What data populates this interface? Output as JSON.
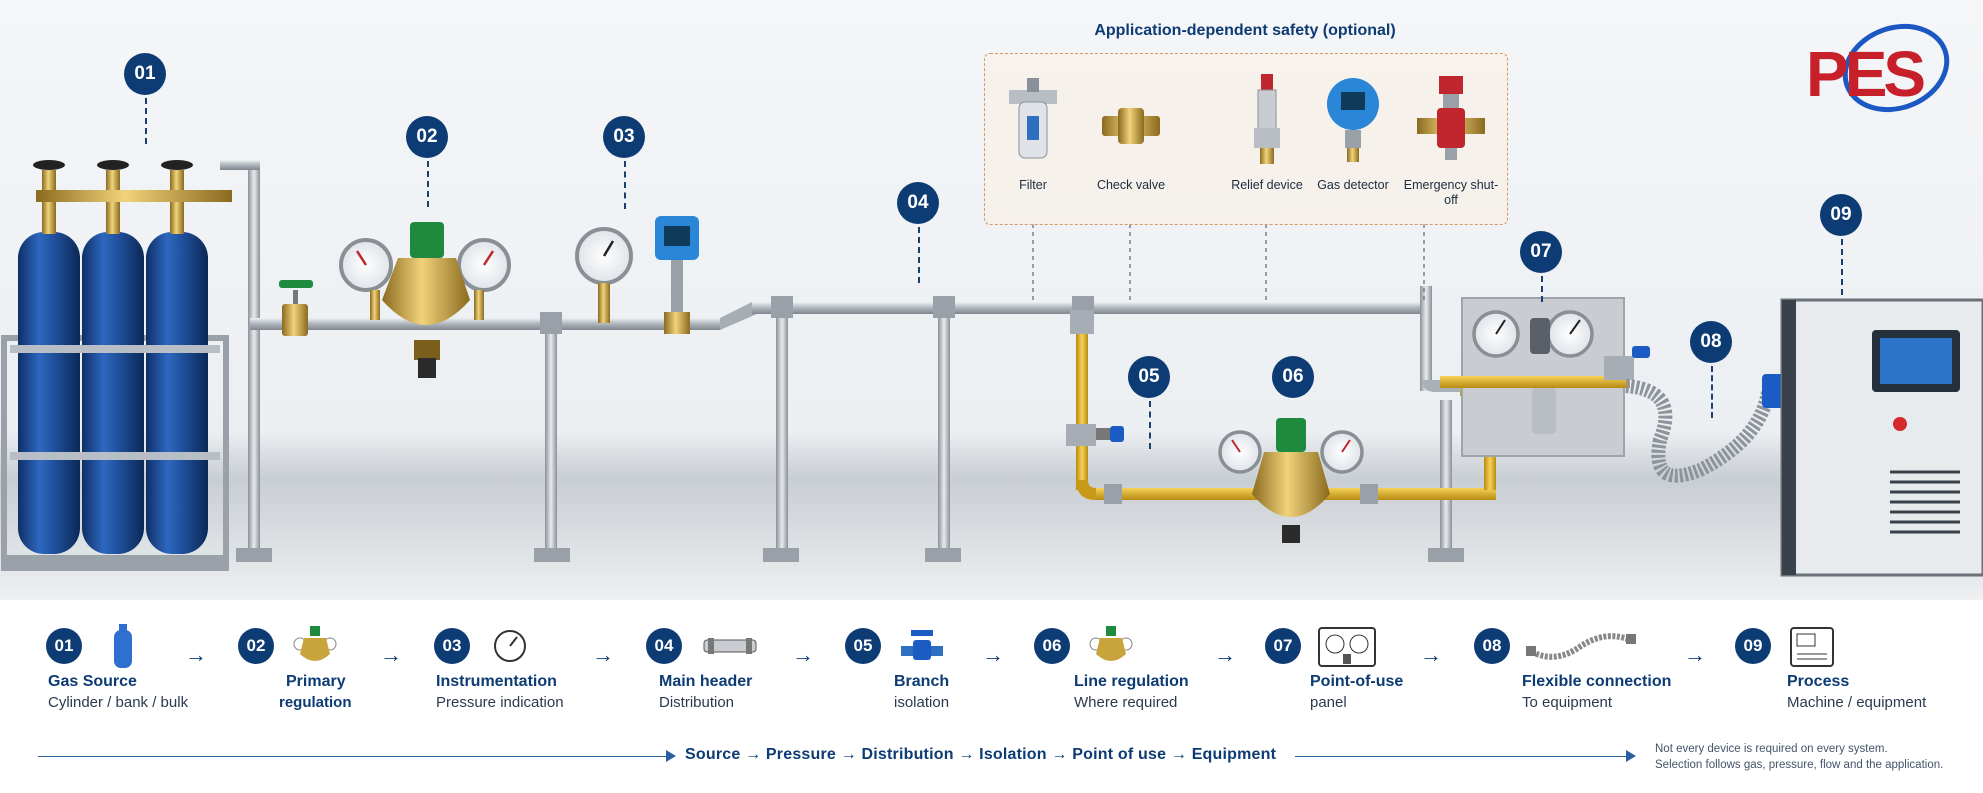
{
  "safety": {
    "title": "Application-dependent safety (optional)",
    "items": [
      {
        "label": "Filter",
        "icon": "filter-icon"
      },
      {
        "label": "Check valve",
        "icon": "check-valve-icon"
      },
      {
        "label": "Relief device",
        "icon": "relief-valve-icon"
      },
      {
        "label": "Gas detector",
        "icon": "gas-detector-icon"
      },
      {
        "label": "Emergency shut-off",
        "icon": "shutoff-valve-icon"
      }
    ]
  },
  "logo": {
    "text": "PES"
  },
  "markers": [
    "01",
    "02",
    "03",
    "04",
    "05",
    "06",
    "07",
    "08",
    "09"
  ],
  "steps": [
    {
      "num": "01",
      "title": "Gas Source",
      "sub": "Cylinder / bank / bulk",
      "icon": "gas-cylinder-icon"
    },
    {
      "num": "02",
      "title": "Primary",
      "sub": "regulation",
      "icon": "regulator-icon"
    },
    {
      "num": "03",
      "title": "Instrumentation",
      "sub": "Pressure indication",
      "icon": "pressure-gauge-icon"
    },
    {
      "num": "04",
      "title": "Main header",
      "sub": "Distribution",
      "icon": "pipe-icon"
    },
    {
      "num": "05",
      "title": "Branch",
      "sub": "isolation",
      "icon": "ball-valve-icon"
    },
    {
      "num": "06",
      "title": "Line regulation",
      "sub": "Where required",
      "icon": "line-regulator-icon"
    },
    {
      "num": "07",
      "title": "Point-of-use",
      "sub": "panel",
      "icon": "gauge-panel-icon"
    },
    {
      "num": "08",
      "title": "Flexible connection",
      "sub": "To equipment",
      "icon": "flexible-hose-icon"
    },
    {
      "num": "09",
      "title": "Process",
      "sub": "Machine / equipment",
      "icon": "machine-icon"
    }
  ],
  "flow": {
    "text": "Source → Pressure → Distribution → Isolation → Point of use → Equipment"
  },
  "note": {
    "line1": "Not every device is required on every system.",
    "line2": "Selection follows gas, pressure, flow and the application."
  },
  "colors": {
    "navy": "#0d3b73",
    "cylinder_blue": "#1f4f9a",
    "brass": "#c9a43c",
    "yellow_pipe": "#e2b21f",
    "steel": "#b9bec4"
  }
}
